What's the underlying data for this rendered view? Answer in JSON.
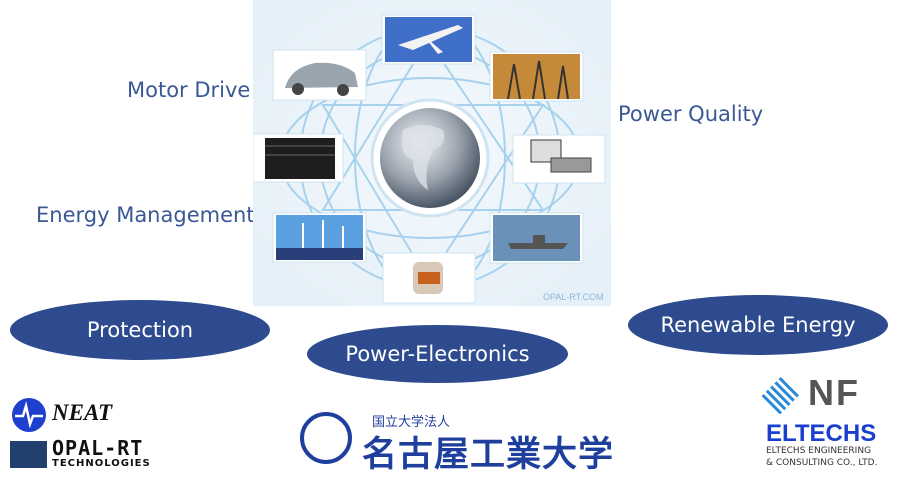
{
  "labels": {
    "motor_drive": "Motor Drive",
    "energy_management": "Energy Management",
    "power_quality": "Power Quality"
  },
  "ovals": {
    "protection": "Protection",
    "power_electronics": "Power-Electronics",
    "renewable_energy": "Renewable Energy"
  },
  "diagram": {
    "watermark": "OPAL-RT.COM",
    "images": [
      "airplane",
      "electric-car",
      "power-transmission-towers",
      "hardware-rack",
      "simulator-workstation",
      "wind-turbines-solar",
      "naval-ship",
      "electric-motor"
    ]
  },
  "logos": {
    "neat": "NEAT",
    "opal_rt_main": "OPAL-RT",
    "opal_rt_sub": "TECHNOLOGIES",
    "university_sub": "国立大学法人",
    "university_name": "名古屋工業大学",
    "nf": "NF",
    "eltechs": "ELTECHS",
    "eltechs_line1": "ELTECHS ENGINEERING",
    "eltechs_line2": "& CONSULTING CO., LTD."
  },
  "colors": {
    "label_text": "#3b5896",
    "oval_fill": "#2d4b8e",
    "logo_blue": "#1a3fd0"
  }
}
